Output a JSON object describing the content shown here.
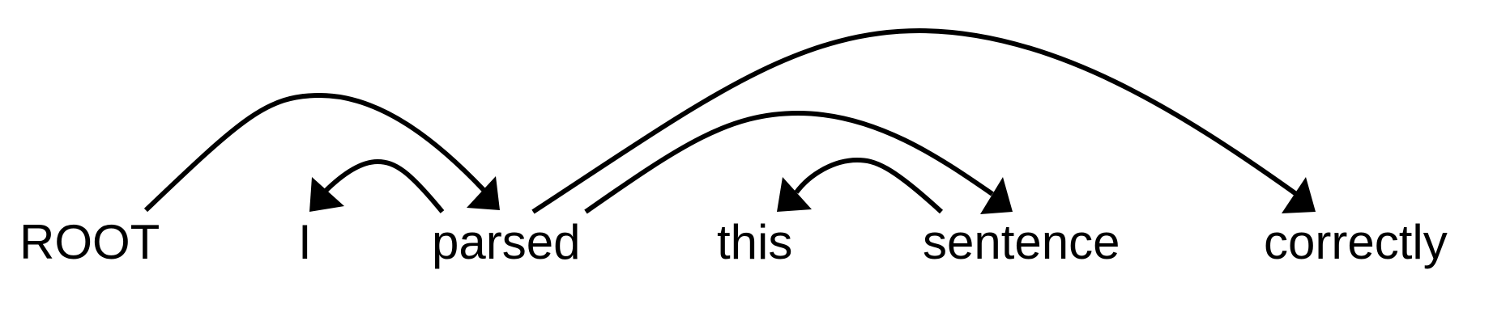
{
  "words": [
    {
      "text": "ROOT"
    },
    {
      "text": "I"
    },
    {
      "text": "parsed"
    },
    {
      "text": "this"
    },
    {
      "text": "sentence"
    },
    {
      "text": "correctly"
    }
  ],
  "arcs": [
    {
      "from": 0,
      "to": 2
    },
    {
      "from": 2,
      "to": 1
    },
    {
      "from": 2,
      "to": 5
    },
    {
      "from": 2,
      "to": 4
    },
    {
      "from": 4,
      "to": 3
    }
  ],
  "colors": {
    "ink": "#000000",
    "background": "#ffffff"
  }
}
